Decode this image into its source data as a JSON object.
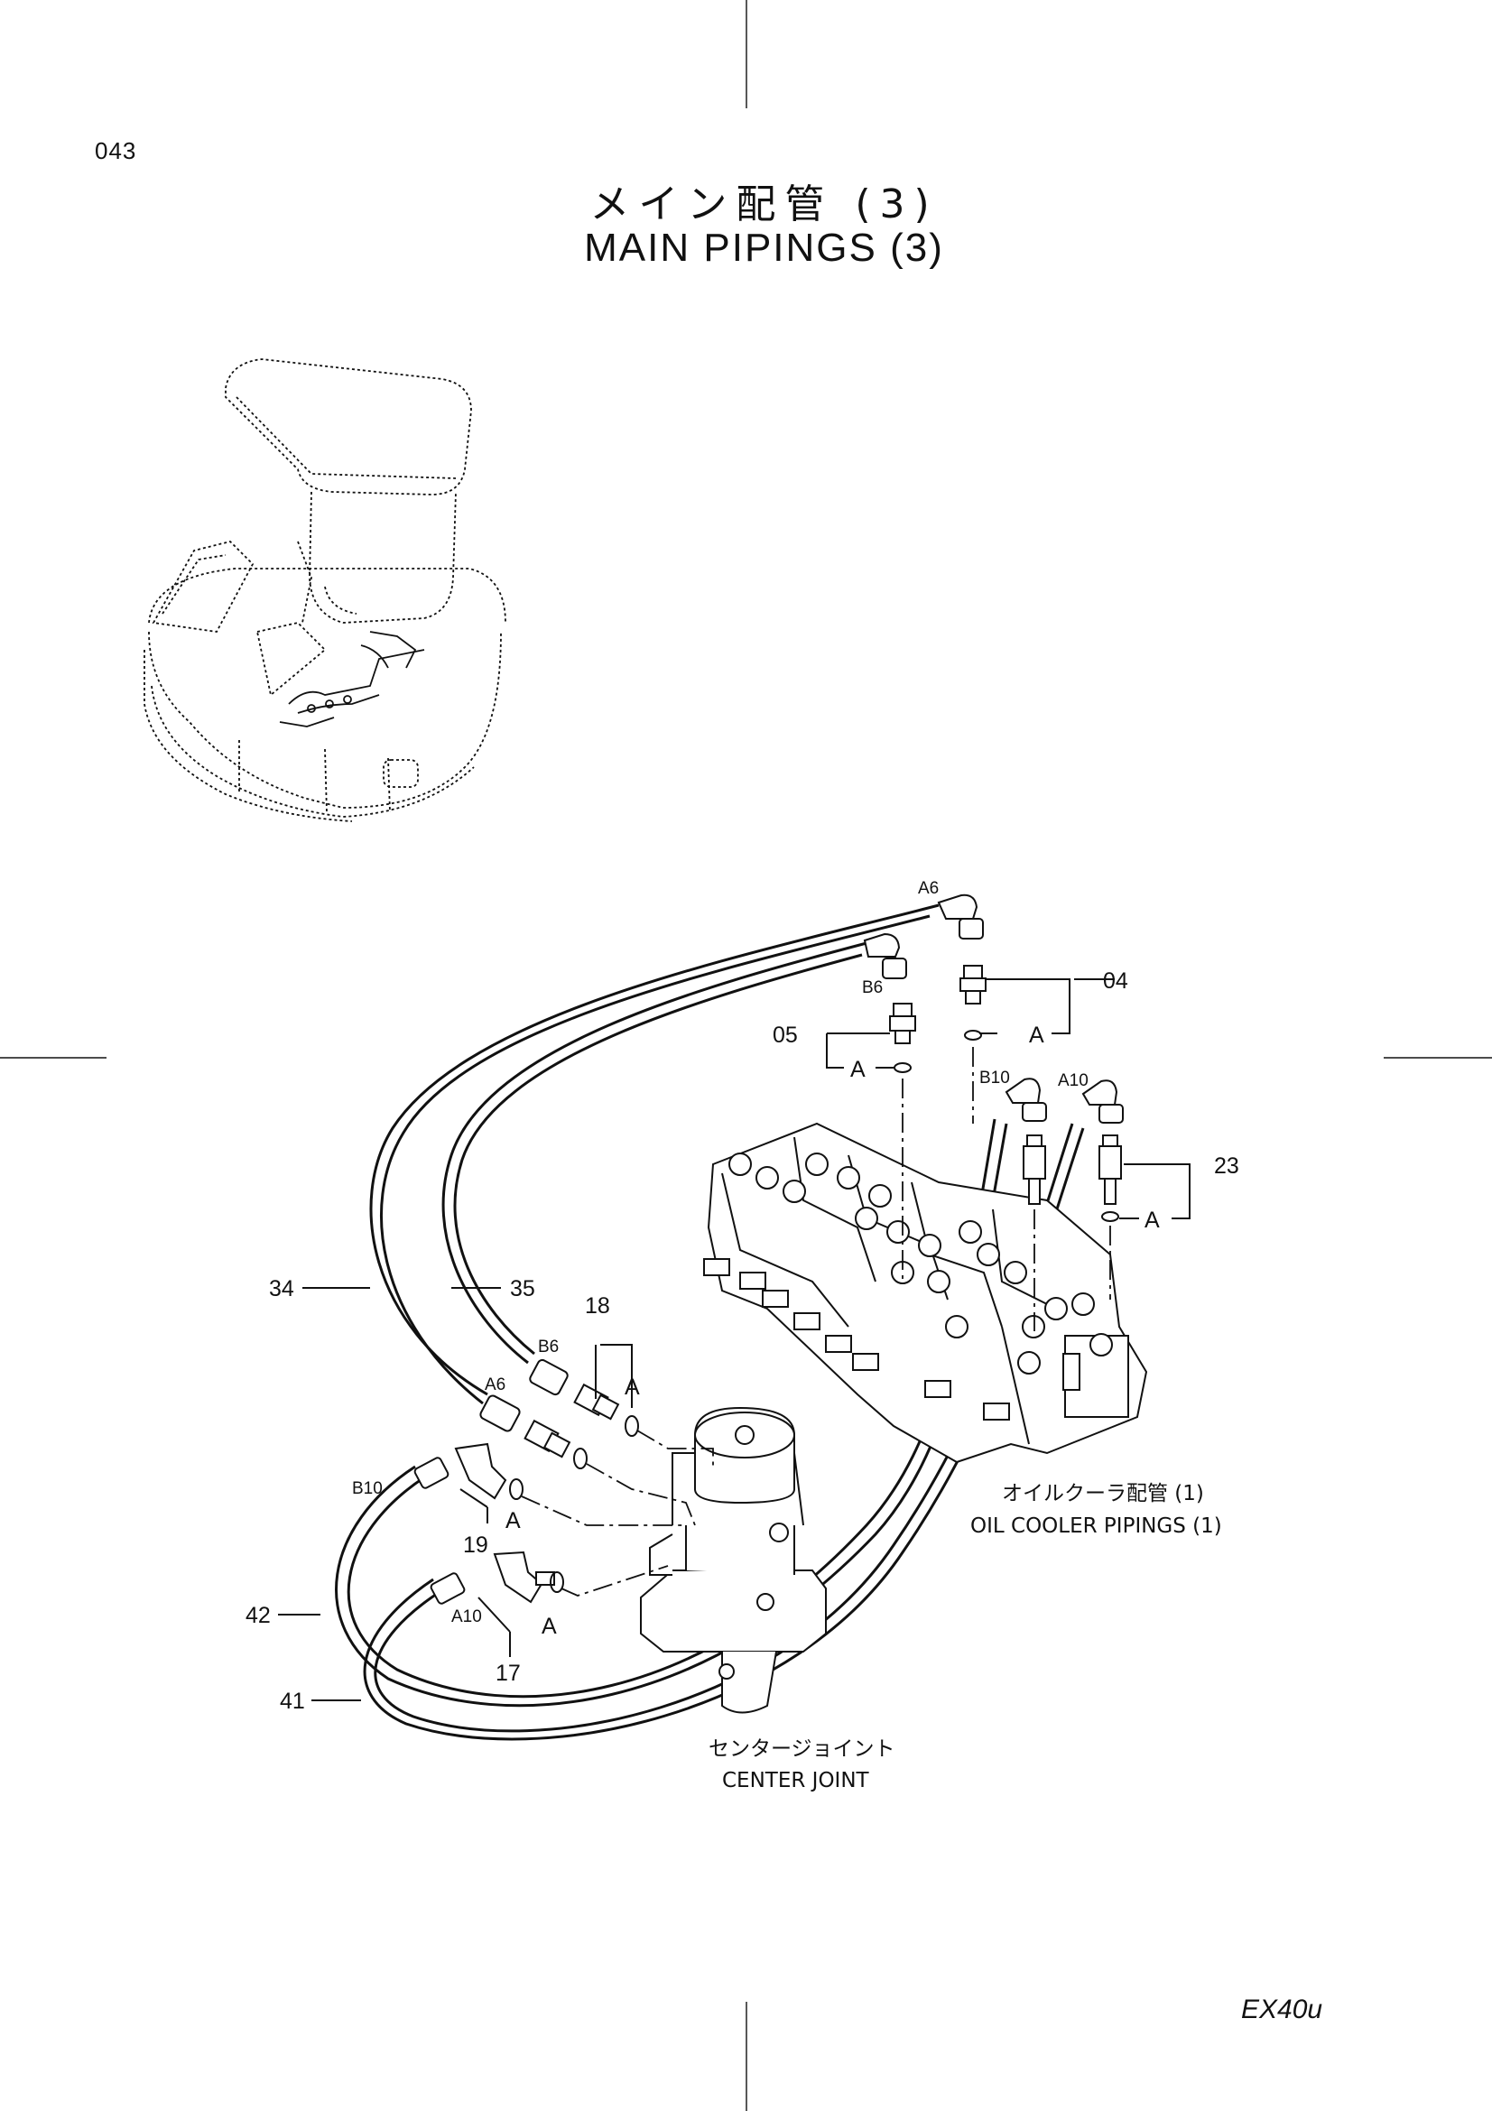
{
  "page_number": "043",
  "title_ja": "メイン配管 (3)",
  "title_en": "MAIN PIPINGS (3)",
  "model": "EX40u",
  "part_numbers": {
    "p04": "04",
    "p05": "05",
    "p17": "17",
    "p18": "18",
    "p19": "19",
    "p23": "23",
    "p34": "34",
    "p35": "35",
    "p41": "41",
    "p42": "42"
  },
  "connection_marks": {
    "a6_top": "A6",
    "b6_top": "B6",
    "b10_top": "B10",
    "a10_top": "A10",
    "b6_mid": "B6",
    "a6_mid": "A6",
    "b10_left": "B10",
    "a10_bottom": "A10"
  },
  "detail_marks": {
    "a1": "A",
    "a2": "A",
    "a3": "A",
    "a4": "A",
    "a5": "A",
    "a6": "A"
  },
  "captions": {
    "oil_cooler_ja": "オイルクーラ配管 (1)",
    "oil_cooler_en": "OIL COOLER PIPINGS (1)",
    "center_joint_ja": "センタージョイント",
    "center_joint_en": "CENTER JOINT"
  }
}
